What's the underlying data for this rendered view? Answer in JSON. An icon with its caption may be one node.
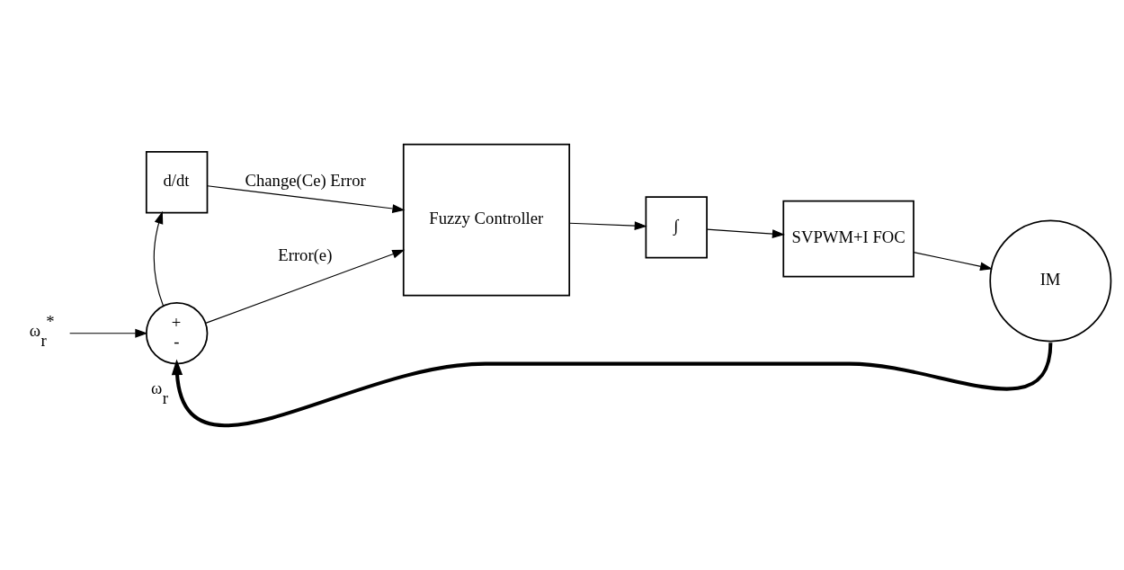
{
  "diagram": {
    "nodes": [
      {
        "text": [
          "ω$_{r}$$^{*}$"
        ]
      },
      {
        "text": [
          "+",
          "-"
        ]
      },
      {
        "text": [
          "d/dt"
        ]
      },
      {
        "text": [
          "Fuzzy Controller"
        ]
      },
      {
        "text": [
          "∫"
        ]
      },
      {
        "text": [
          "SVPWM+I FOC"
        ]
      },
      {
        "text": [
          "IM"
        ]
      }
    ],
    "edges": [
      {
        "from": 0,
        "to": 1,
        "arrow": "to"
      },
      {
        "from": 1,
        "to": 2,
        "arrow": "to"
      },
      {
        "from": 2,
        "to": 3,
        "arrow": "to",
        "label": "Change(Ce) Error"
      },
      {
        "from": 1,
        "to": 3,
        "arrow": "to",
        "label": "Error(e)"
      },
      {
        "from": 3,
        "to": 4,
        "arrow": "to"
      },
      {
        "from": 4,
        "to": 5,
        "arrow": "to"
      },
      {
        "from": 5,
        "to": 6,
        "arrow": "to"
      },
      {
        "from": 6,
        "to": 1,
        "arrow": "to",
        "label": "ω$_{r}$",
        "style": "thick"
      }
    ]
  }
}
